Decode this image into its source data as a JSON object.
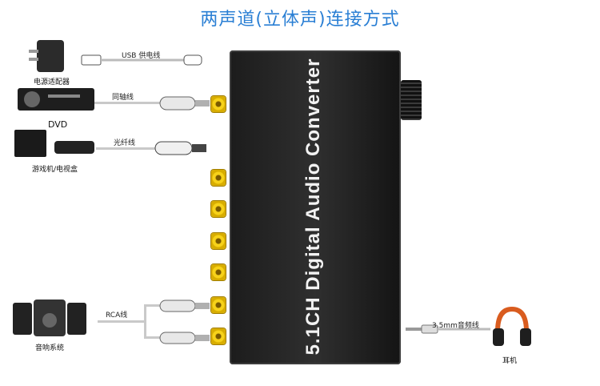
{
  "title": "两声道(立体声)连接方式",
  "device_label": "5.1CH Digital Audio Converter",
  "cables": {
    "usb": "USB 供电线",
    "coaxial": "同轴线",
    "optical": "光纤线",
    "rca": "RCA线",
    "headphone": "3.5mm音频线"
  },
  "devices": {
    "power_adapter": "电源适配器",
    "dvd": "DVD",
    "game_tv_box": "游戏机/电视盒",
    "speaker_system": "音响系统",
    "headphones": "耳机"
  },
  "icons": [
    "power-adapter-icon",
    "dvd-player-icon",
    "game-console-icon",
    "speaker-icon",
    "headphones-icon",
    "usb-plug-icon",
    "rca-plug-icon",
    "optical-plug-icon",
    "audio-jack-icon",
    "volume-knob-icon"
  ]
}
